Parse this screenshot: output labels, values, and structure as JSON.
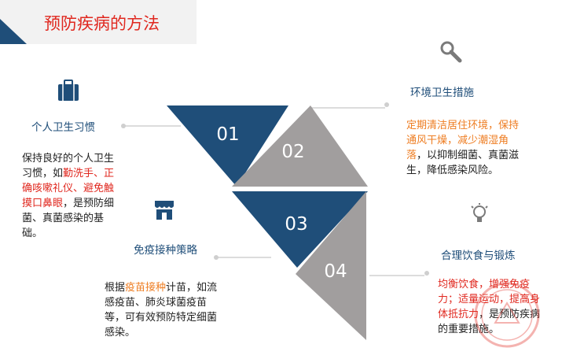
{
  "page": {
    "title": "预防疾病的方法"
  },
  "colors": {
    "accent_red": "#e0281f",
    "accent_orange": "#ee7d22",
    "navy": "#1f4e79",
    "gray": "#a19e9e"
  },
  "steps": [
    {
      "number": "01",
      "heading": "个人卫生习惯",
      "icon": "briefcase-icon",
      "text": [
        "保持良好的个人卫生习惯，如",
        "勤洗手、正确咳嗽礼仪、避免触摸口鼻眼",
        "，是预防细菌、真菌感染的基础。"
      ]
    },
    {
      "number": "02",
      "heading": "环境卫生措施",
      "icon": "magnifier-icon",
      "text": [
        "定期清洁居住环境，保持通风干燥，减少潮湿角落",
        "，以抑制细菌、真菌滋生，降低感染风险。"
      ]
    },
    {
      "number": "03",
      "heading": "免疫接种策略",
      "icon": "storefront-icon",
      "text": [
        "根据",
        "疫苗接种",
        "计苗，如流感疫苗、肺炎球菌疫苗等，可有效预防特定细菌感染。"
      ]
    },
    {
      "number": "04",
      "heading": "合理饮食与锻炼",
      "icon": "lightbulb-icon",
      "text": [
        "均衡饮食，增强免疫力；适量运动，提高身体抵抗力",
        "，是预防疾病的重要措施。"
      ]
    }
  ]
}
